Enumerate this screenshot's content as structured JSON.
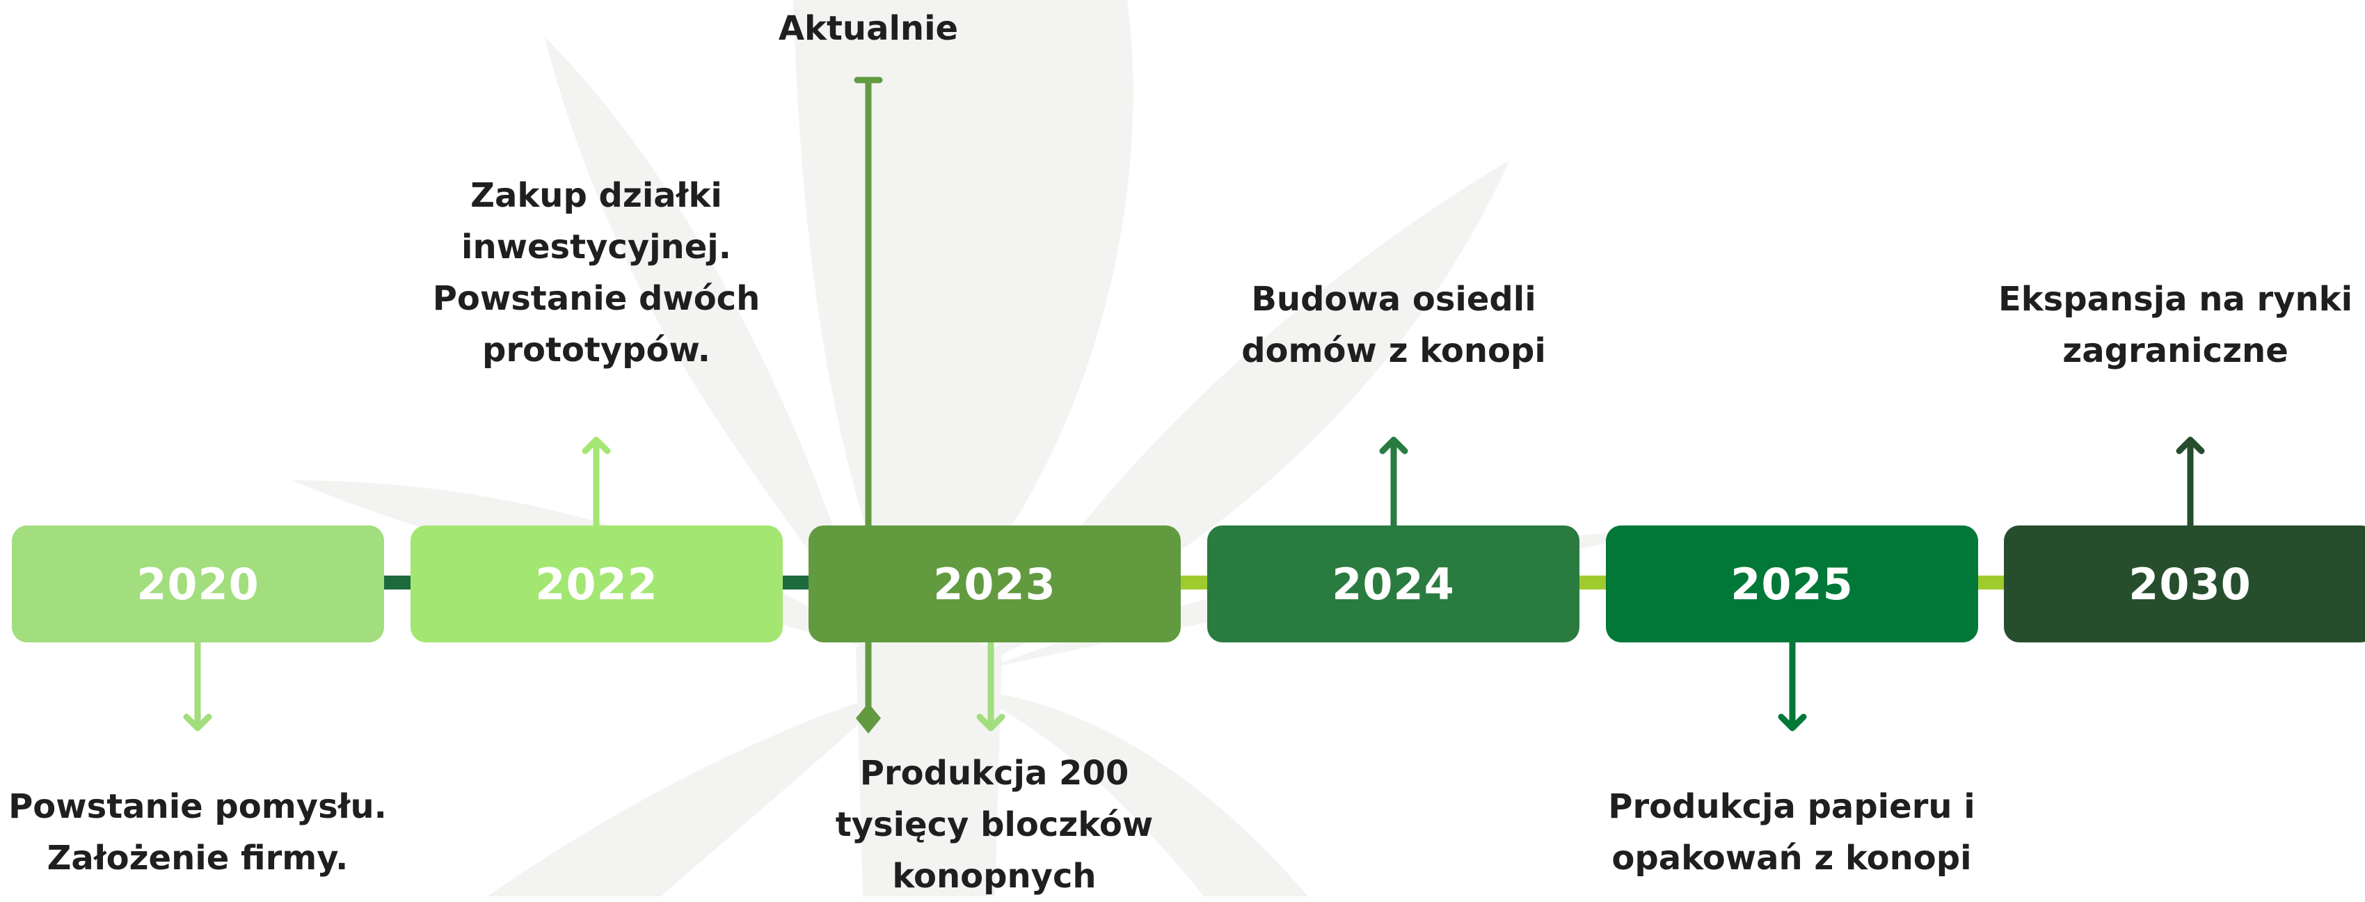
{
  "colors": {
    "y2020": "#a2dd7e",
    "y2022": "#a4e672",
    "y2023": "#629a40",
    "y2024": "#2a7b40",
    "y2025": "#017838",
    "y2030": "#264e2d",
    "connector_dark": "#1d6b3d",
    "connector_light": "#9fcb2f",
    "leaf": "#f3f3f2",
    "text": "#1f1f1f"
  },
  "timeline": {
    "years": [
      {
        "label": "2020",
        "caption_position": "below",
        "caption_lines": [
          "Powstanie pomysłu.",
          "Założenie firmy."
        ]
      },
      {
        "label": "2022",
        "caption_position": "above",
        "caption_lines": [
          "Zakup działki",
          "inwestycyjnej.",
          "Powstanie dwóch",
          "prototypów."
        ]
      },
      {
        "label": "2023",
        "caption_position": "below",
        "caption_lines": [
          "Produkcja 200",
          "tysięcy bloczków",
          "konopnych"
        ]
      },
      {
        "label": "2024",
        "caption_position": "above",
        "caption_lines": [
          "Budowa osiedli",
          "domów z konopi"
        ]
      },
      {
        "label": "2025",
        "caption_position": "below",
        "caption_lines": [
          "Produkcja papieru i",
          "opakowań z konopi"
        ]
      },
      {
        "label": "2030",
        "caption_position": "above",
        "caption_lines": [
          "Ekspansja na rynki",
          "zagraniczne"
        ]
      }
    ],
    "current_marker": {
      "label": "Aktualnie",
      "year": "2023"
    }
  }
}
